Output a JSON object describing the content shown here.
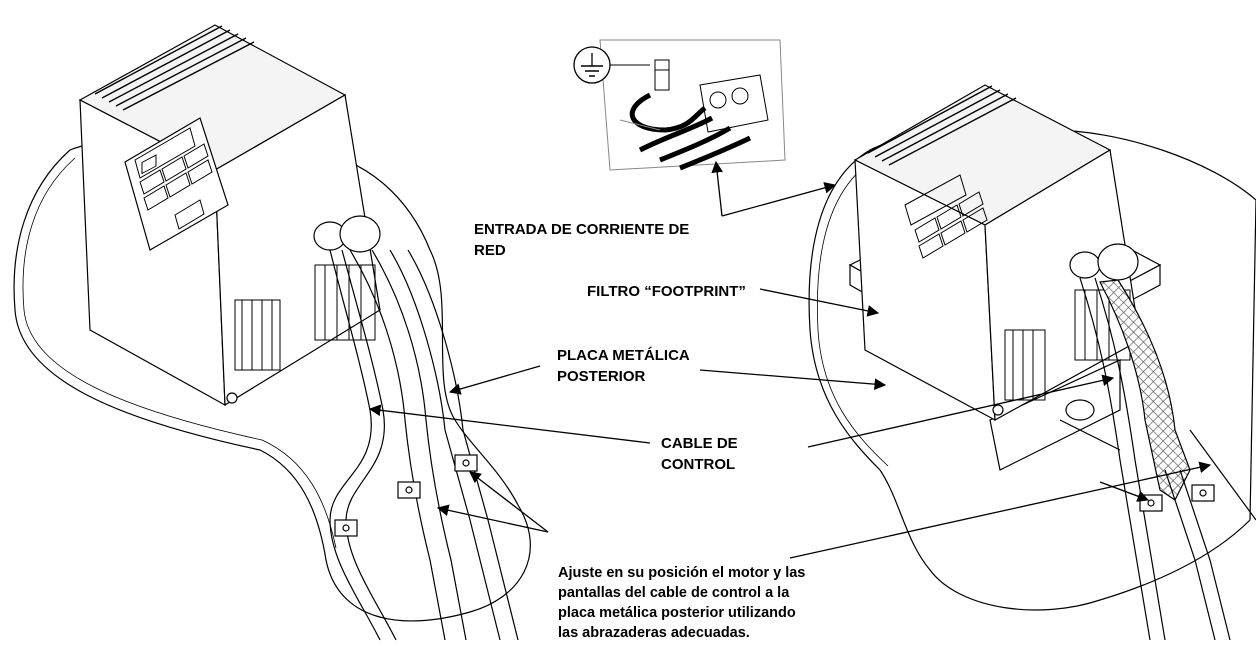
{
  "labels": {
    "mains": "ENTRADA DE CORRIENTE DE\nRED",
    "filter": "FILTRO “FOOTPRINT”",
    "backplate": "PLACA METÁLICA\nPOSTERIOR",
    "control_cable": "CABLE DE\nCONTROL",
    "instruction": "Ajuste en su posición el motor y las\npantallas del cable de control a la\nplaca metálica posterior utilizando\nlas abrazaderas adecuadas."
  },
  "icons": {
    "ground": "earth-ground-symbol"
  }
}
